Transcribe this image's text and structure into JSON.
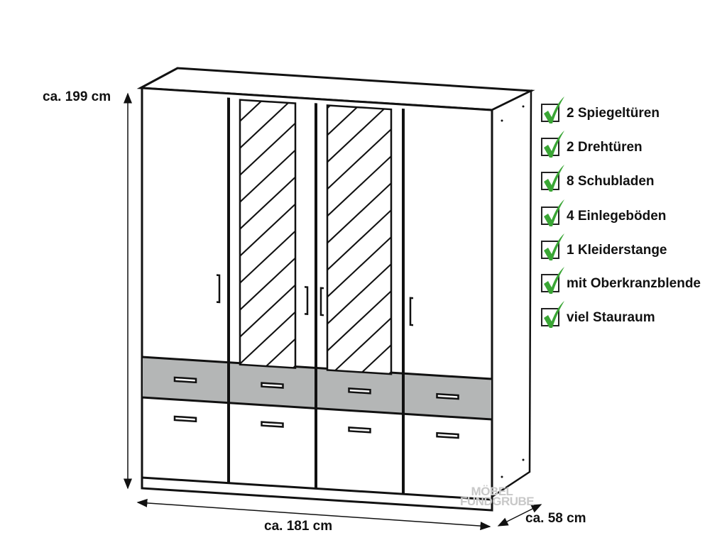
{
  "dimensions": {
    "height": "ca. 199 cm",
    "width": "ca. 181 cm",
    "depth": "ca. 58 cm"
  },
  "features": [
    {
      "label": "2 Spiegeltüren",
      "icon": "green-checkmark-icon"
    },
    {
      "label": "2 Drehtüren",
      "icon": "green-checkmark-icon"
    },
    {
      "label": "8 Schubladen",
      "icon": "green-checkmark-icon"
    },
    {
      "label": "4 Einlegeböden",
      "icon": "green-checkmark-icon"
    },
    {
      "label": "1 Kleiderstange",
      "icon": "green-checkmark-icon"
    },
    {
      "label": "mit Oberkranzblende",
      "icon": "green-checkmark-icon"
    },
    {
      "label": "viel Stauraum",
      "icon": "green-checkmark-icon"
    }
  ],
  "watermark": "MÖBEL FUNDGRUBE",
  "colors": {
    "check": "#3aa635",
    "drawer_band": "#b4b6b6",
    "line": "#111111"
  }
}
